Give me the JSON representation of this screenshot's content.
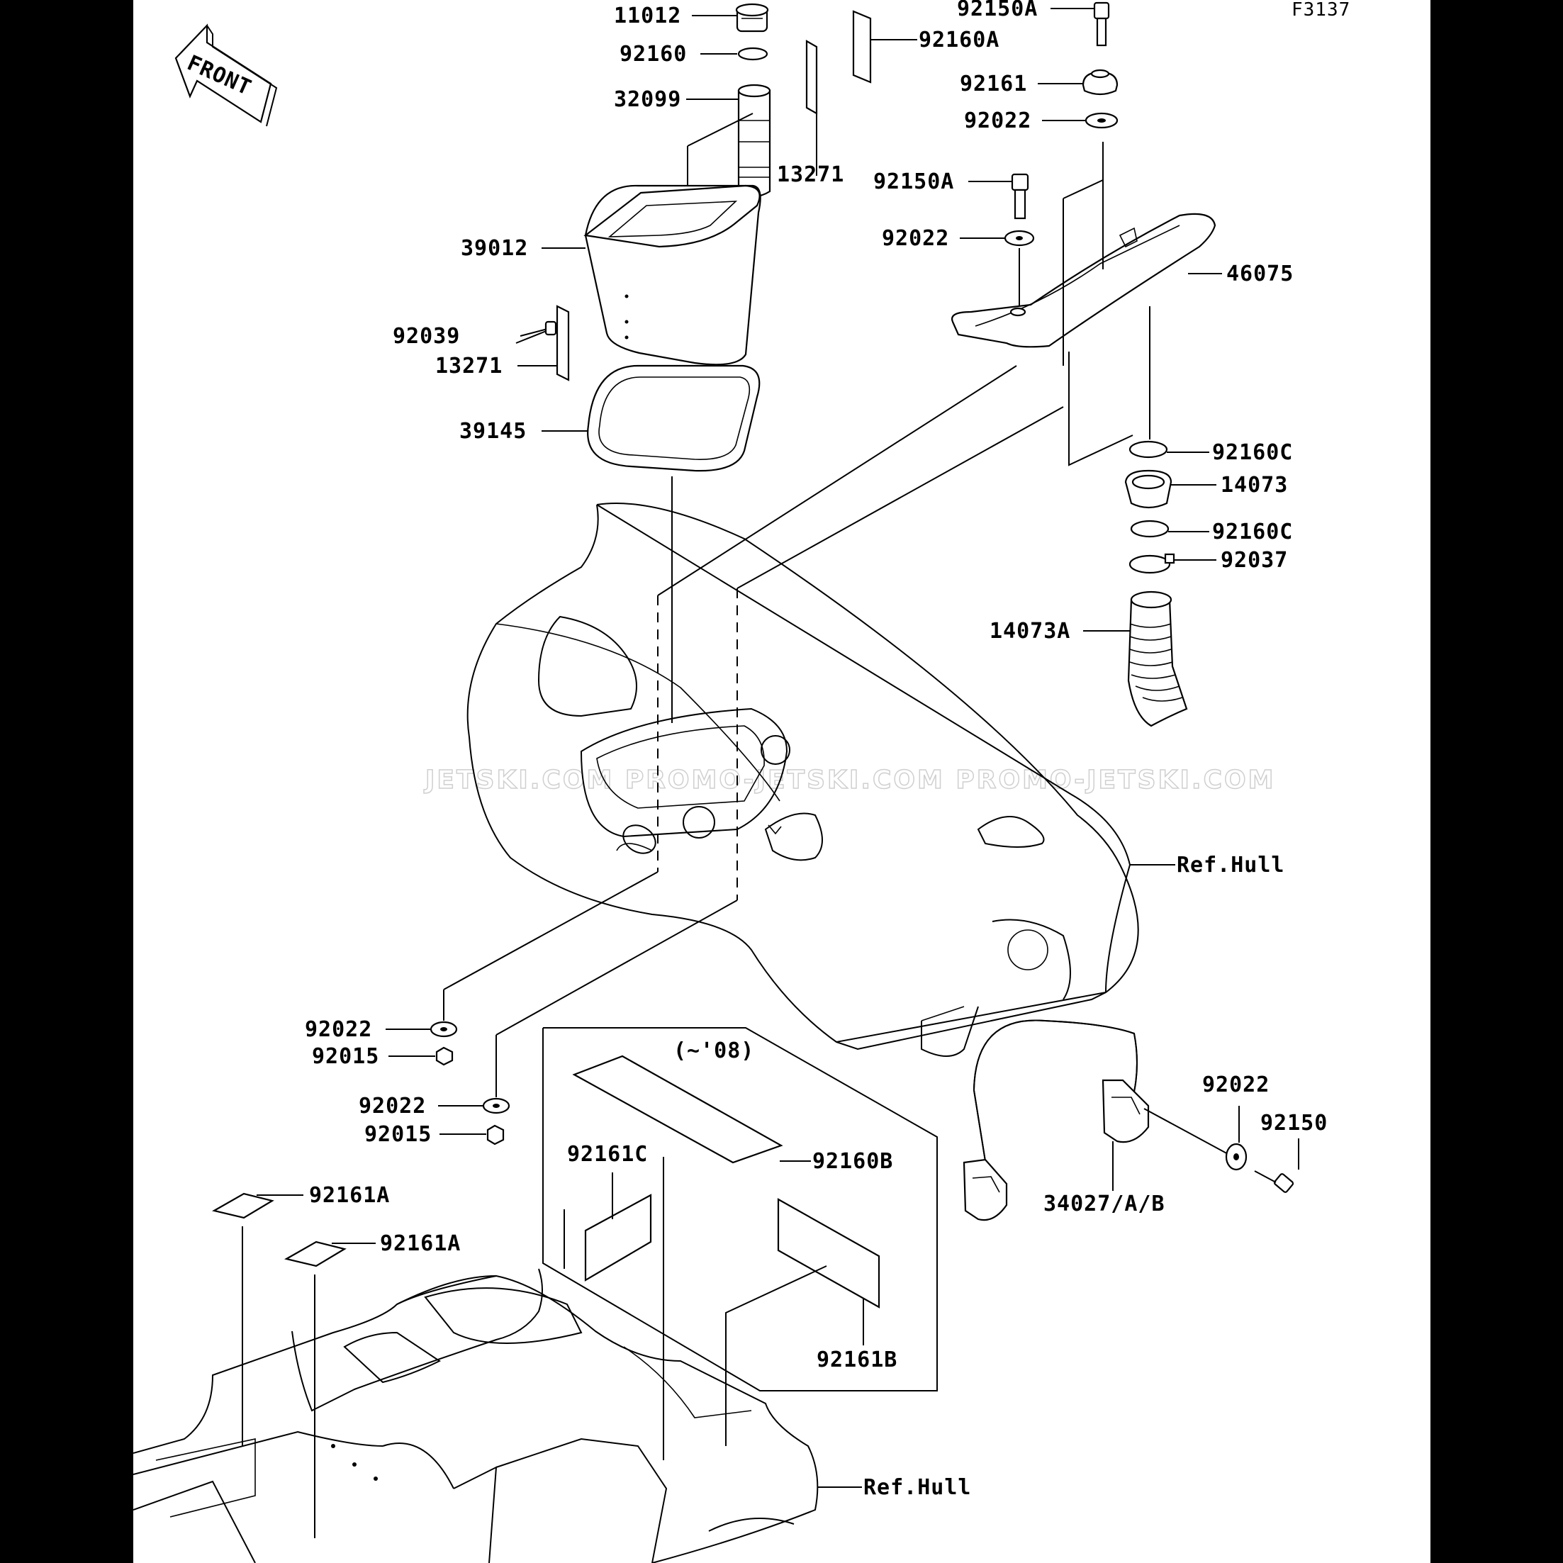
{
  "diagram_code": "F3137",
  "front_marker": "FRONT",
  "watermark": "JETSKI.COM  PROMO-JETSKI.COM  PROMO-JETSKI.COM",
  "variant_note": "(~'08)",
  "labels": {
    "p11012": "11012",
    "p92160": "92160",
    "p32099": "32099",
    "p13271a": "13271",
    "p39012": "39012",
    "p92039": "92039",
    "p13271b": "13271",
    "p39145": "39145",
    "p92150a_top": "92150A",
    "p92160a": "92160A",
    "p92161": "92161",
    "p92022_a": "92022",
    "p92150a_mid": "92150A",
    "p92022_b": "92022",
    "p46075": "46075",
    "p92160c_a": "92160C",
    "p14073": "14073",
    "p92160c_b": "92160C",
    "p92037": "92037",
    "p14073a": "14073A",
    "ref_hull_a": "Ref.Hull",
    "p92022_c": "92022",
    "p92015_a": "92015",
    "p92022_d": "92022",
    "p92015_b": "92015",
    "p92161c": "92161C",
    "p92160b": "92160B",
    "p92161a_a": "92161A",
    "p92161a_b": "92161A",
    "p92161b": "92161B",
    "p92022_e": "92022",
    "p92150": "92150",
    "p34027": "34027/A/B",
    "ref_hull_b": "Ref.Hull"
  }
}
